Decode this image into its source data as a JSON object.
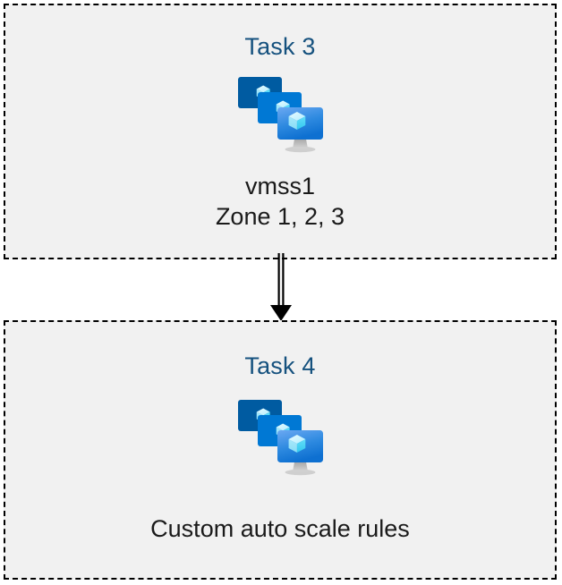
{
  "diagram": {
    "background_color": "#ffffff",
    "box_fill_color": "#f1f1f1",
    "box_border_color": "#000000",
    "heading_color": "#15517e",
    "caption_color": "#1a1a1a",
    "connector_color": "#000000",
    "icon": {
      "semantic_name": "azure-vm-scale-set-icon",
      "back_monitor_color": "#005BA1",
      "middle_monitor_color": "#0078D4",
      "front_monitor_top_color": "#5EA0EF",
      "front_monitor_bottom_color": "#0E70D1",
      "cube_light_color": "#C3F1FF",
      "cube_mid_color": "#9CEBFF",
      "cube_dark_color": "#50E6FF",
      "stand_color": "#B3B3B3"
    }
  },
  "nodes": [
    {
      "id": "task-3",
      "heading": "Task 3",
      "icon": "azure-vm-scale-set-icon",
      "caption_lines": [
        "vmss1",
        "Zone 1, 2, 3"
      ]
    },
    {
      "id": "task-4",
      "heading": "Task 4",
      "icon": "azure-vm-scale-set-icon",
      "caption_lines": [
        "Custom auto scale rules"
      ]
    }
  ],
  "connector": {
    "name": "arrow-down",
    "from": "task-3",
    "to": "task-4",
    "style": "double-line-solid-head",
    "direction": "down"
  }
}
